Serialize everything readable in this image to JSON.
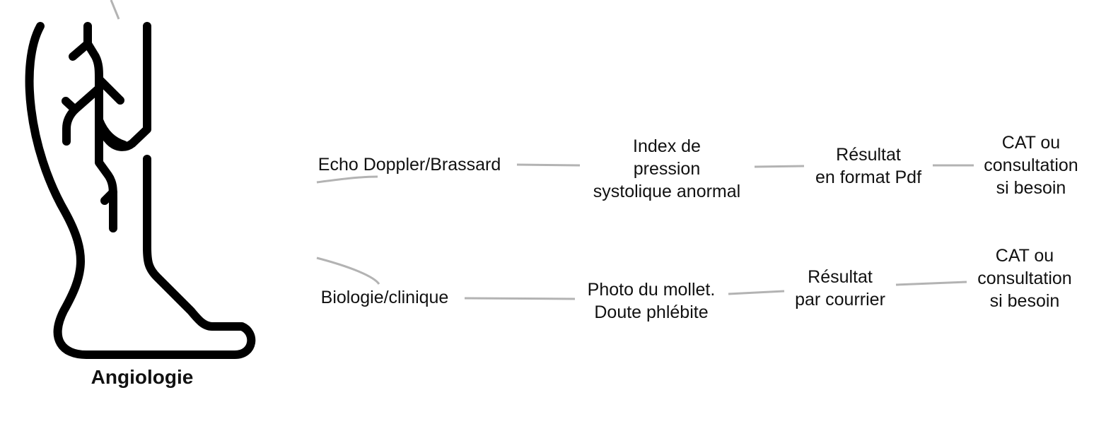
{
  "colors": {
    "icon": "#000000",
    "connector": "#b3b3b3",
    "text": "#111111",
    "background": "#ffffff"
  },
  "icon": {
    "name": "leg-veins-icon"
  },
  "section_title": "Angiologie",
  "rows": [
    {
      "branch": "Echo Doppler/Brassard",
      "steps": [
        "Index de\npression\nsystolique anormal",
        "Résultat\nen format Pdf",
        "CAT ou\nconsultation\nsi besoin"
      ]
    },
    {
      "branch": "Biologie/clinique",
      "steps": [
        "Photo du mollet.\nDoute phlébite",
        "Résultat\npar courrier",
        "CAT ou\nconsultation\nsi besoin"
      ]
    }
  ]
}
